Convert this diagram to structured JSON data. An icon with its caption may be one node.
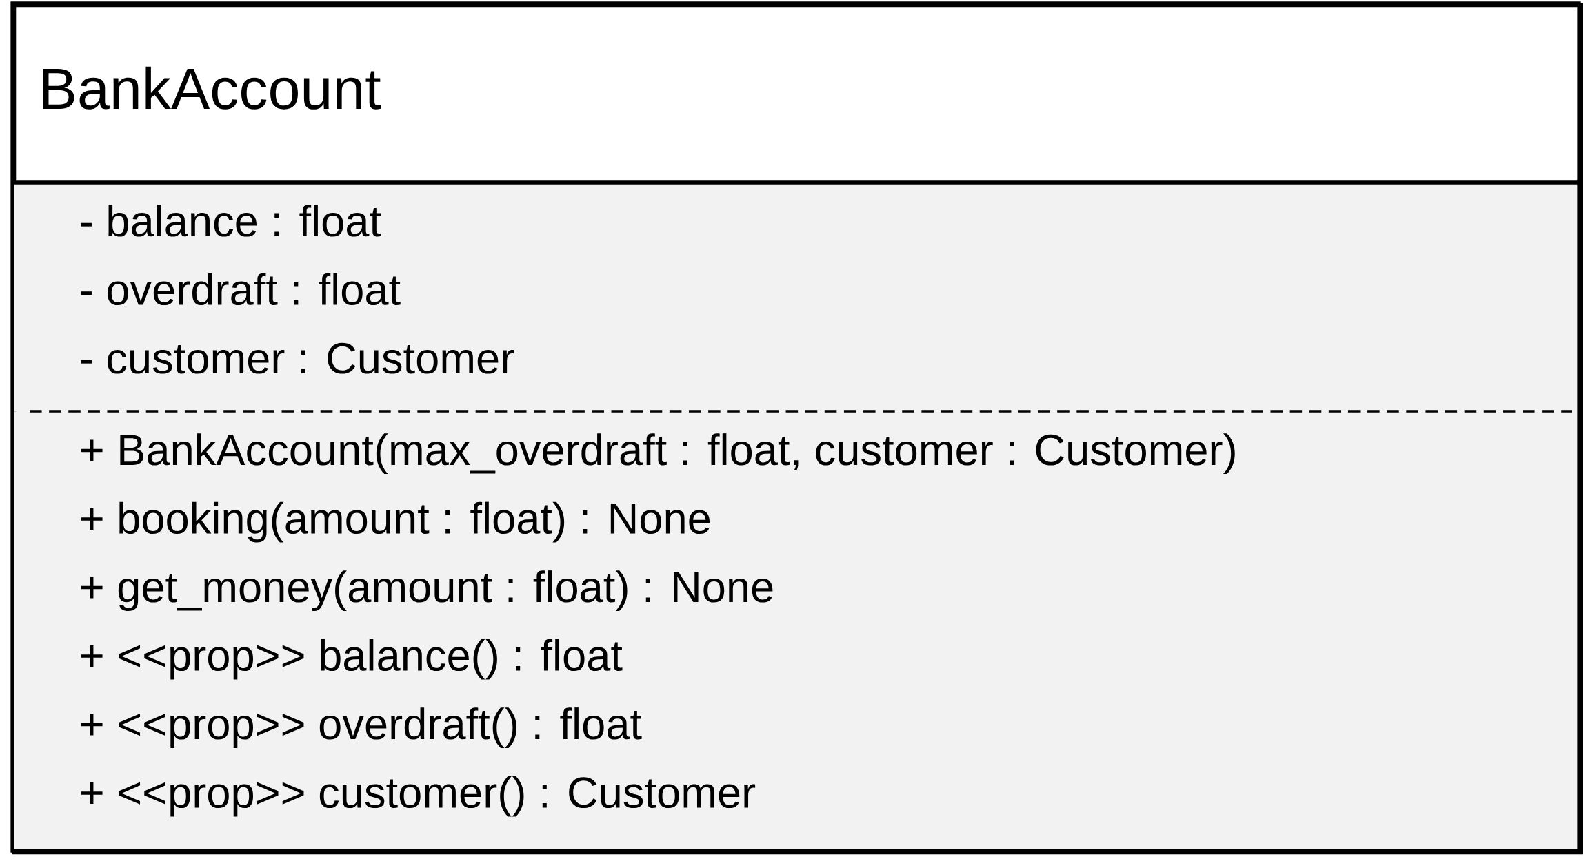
{
  "diagram": {
    "nodes": [
      {
        "text": [
          "BankAccount"
        ]
      },
      {
        "text": [
          "- balance : float",
          "- overdraft : float",
          "- customer : Customer"
        ],
        "in": 0
      },
      {
        "text": [
          "+ BankAccount(max_overdraft : float, customer : Customer)",
          "+ booking(amount : float) : None",
          "+ get_money(amount : float) : None",
          "+ <<prop>> balance() : float",
          "+ <<prop>> overdraft() : float",
          "+ <<prop>> customer() : Customer"
        ],
        "in": 0
      }
    ]
  }
}
